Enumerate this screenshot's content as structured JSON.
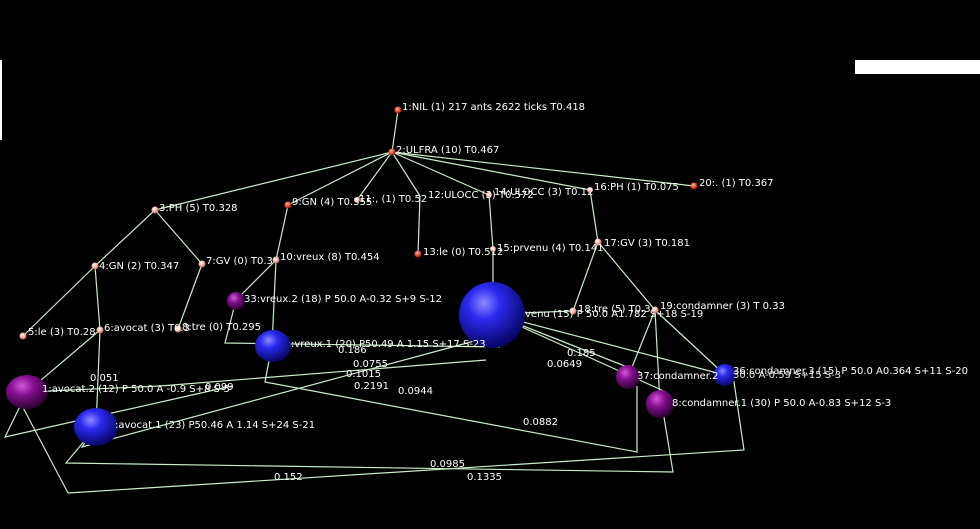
{
  "nodes": [
    {
      "id": "n1",
      "label": "1:NIL (1) 217 ants 2622 ticks T0.418",
      "kind": "small"
    },
    {
      "id": "n2",
      "label": "2:ULFRA (10) T0.467",
      "kind": "small"
    },
    {
      "id": "n3",
      "label": "3:PH (5) T0.328",
      "kind": "small"
    },
    {
      "id": "n4",
      "label": "4:GN (2) T0.347",
      "kind": "small"
    },
    {
      "id": "n5",
      "label": "5:le (3) T0.28",
      "kind": "small"
    },
    {
      "id": "n6",
      "label": "6:avocat (3) T0.3",
      "kind": "small"
    },
    {
      "id": "n7",
      "label": "7:GV (0) T0.3",
      "kind": "small"
    },
    {
      "id": "n8",
      "label": "8:tre (0) T0.295",
      "kind": "small"
    },
    {
      "id": "n9",
      "label": "9:GN (4) T0.355",
      "kind": "small"
    },
    {
      "id": "n10",
      "label": "10:vreux (8) T0.454",
      "kind": "small"
    },
    {
      "id": "n11",
      "label": "11:, (1) T0.52",
      "kind": "small"
    },
    {
      "id": "n12",
      "label": "12:ULOCC (3) T0.572",
      "kind": "small"
    },
    {
      "id": "n13",
      "label": "13:le (0) T0.512",
      "kind": "small"
    },
    {
      "id": "n14",
      "label": "14:ULOCC (3) T0.12",
      "kind": "small"
    },
    {
      "id": "n15",
      "label": "15:prvenu (4) T0.141",
      "kind": "small"
    },
    {
      "id": "n16",
      "label": "16:PH (1) T0.075",
      "kind": "small"
    },
    {
      "id": "n17",
      "label": "17:GV (3) T0.181",
      "kind": "small"
    },
    {
      "id": "n18",
      "label": "18:tre (5) T0.3",
      "kind": "small"
    },
    {
      "id": "n19",
      "label": "19:condamner (3) T 0.33",
      "kind": "small"
    },
    {
      "id": "n20",
      "label": "20:. (1) T0.367",
      "kind": "small"
    },
    {
      "id": "a1",
      "label": "1:avocat.2 (12) P 50.0 A -0.9 S+8 S-5",
      "kind": "purple"
    },
    {
      "id": "a2",
      "label": ":avocat.1 (23) P50.46 A 1.14 S+24 S-21",
      "kind": "blue"
    },
    {
      "id": "v33",
      "label": "33:vreux.2 (18) P 50.0 A-0.32 S+9 S-12",
      "kind": "purple"
    },
    {
      "id": "v1",
      "label": ":vreux.1 (20) P50.49 A 1.15 S+17 S-23",
      "kind": "blue"
    },
    {
      "id": "pv",
      "label": "venu (15) P 50.0 A1.782 S+18 S-19",
      "kind": "bigblue"
    },
    {
      "id": "c37",
      "label": "37:condamner.2",
      "kind": "purple"
    },
    {
      "id": "c36",
      "label": "36:condamner.3 (15) P 50.0 A0.364 S+11 S-20",
      "kind": "blue"
    },
    {
      "id": "c38",
      "label": "8:condamner.1 (30) P 50.0 A-0.83 S+12 S-3",
      "kind": "purple"
    },
    {
      "id": "c30",
      "label": "30.0 A-0.59 S+15 S-3",
      "kind": "none"
    }
  ],
  "edge_labels": [
    "0.051",
    "0.099",
    "0.186",
    "0.0755",
    "0.1015",
    "0.2191",
    "0.0944",
    "0.185",
    "0.0649",
    "0.0882",
    "0.0985",
    "0.152",
    "0.1335"
  ],
  "colors": {
    "background": "#000000",
    "edge": "#c9ecc9",
    "small_node": "#f4b6a8",
    "blue": "#1a1ad8",
    "purple": "#7a0f82"
  }
}
